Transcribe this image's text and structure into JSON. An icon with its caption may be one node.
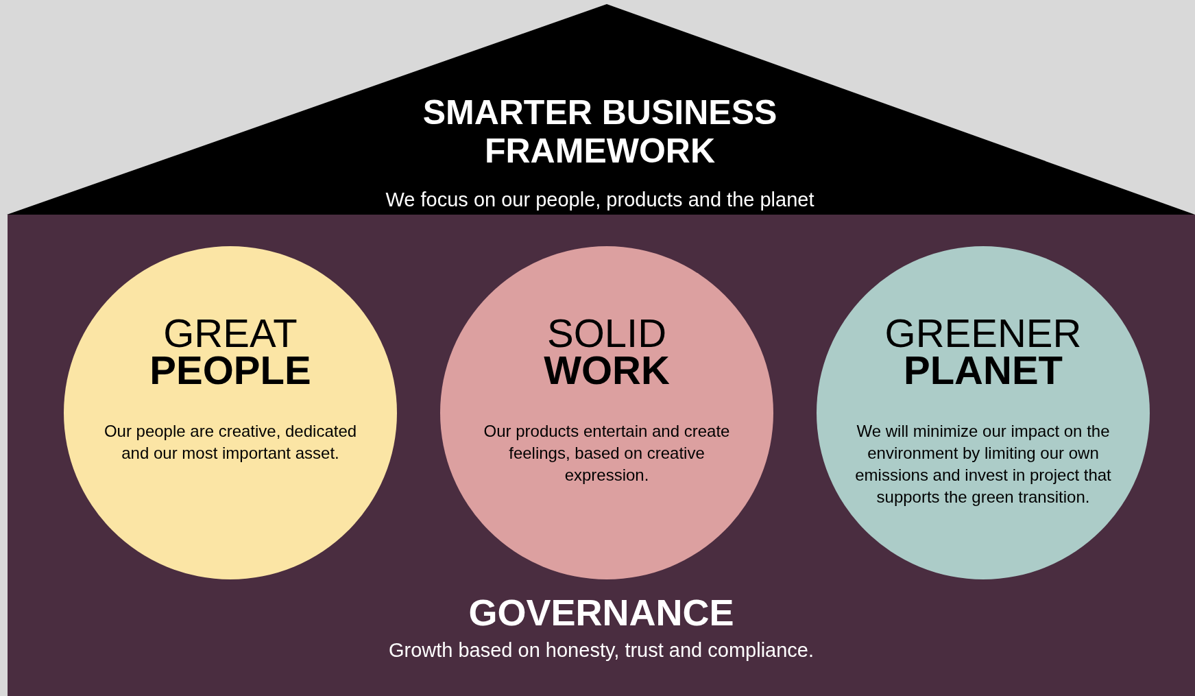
{
  "diagram": {
    "nodes": [
      {
        "text": [
          "SMARTER BUSINESS FRAMEWORK",
          "We focus on our people, products and the planet"
        ]
      },
      {
        "text": [
          "GOVERNANCE",
          "Growth based on honesty, trust and compliance."
        ]
      },
      {
        "text": [
          "GREAT **PEOPLE**",
          "Our people are creative, dedicated and our most important asset."
        ],
        "in": 1
      },
      {
        "text": [
          "SOLID **WORK**",
          "Our products entertain and create feelings, based on creative expression."
        ],
        "in": 1
      },
      {
        "text": [
          "GREENER **PLANET**",
          "We will minimize our impact on the environment by limiting our own emissions and invest in project that supports the green transition."
        ],
        "in": 1
      }
    ],
    "edges": []
  }
}
